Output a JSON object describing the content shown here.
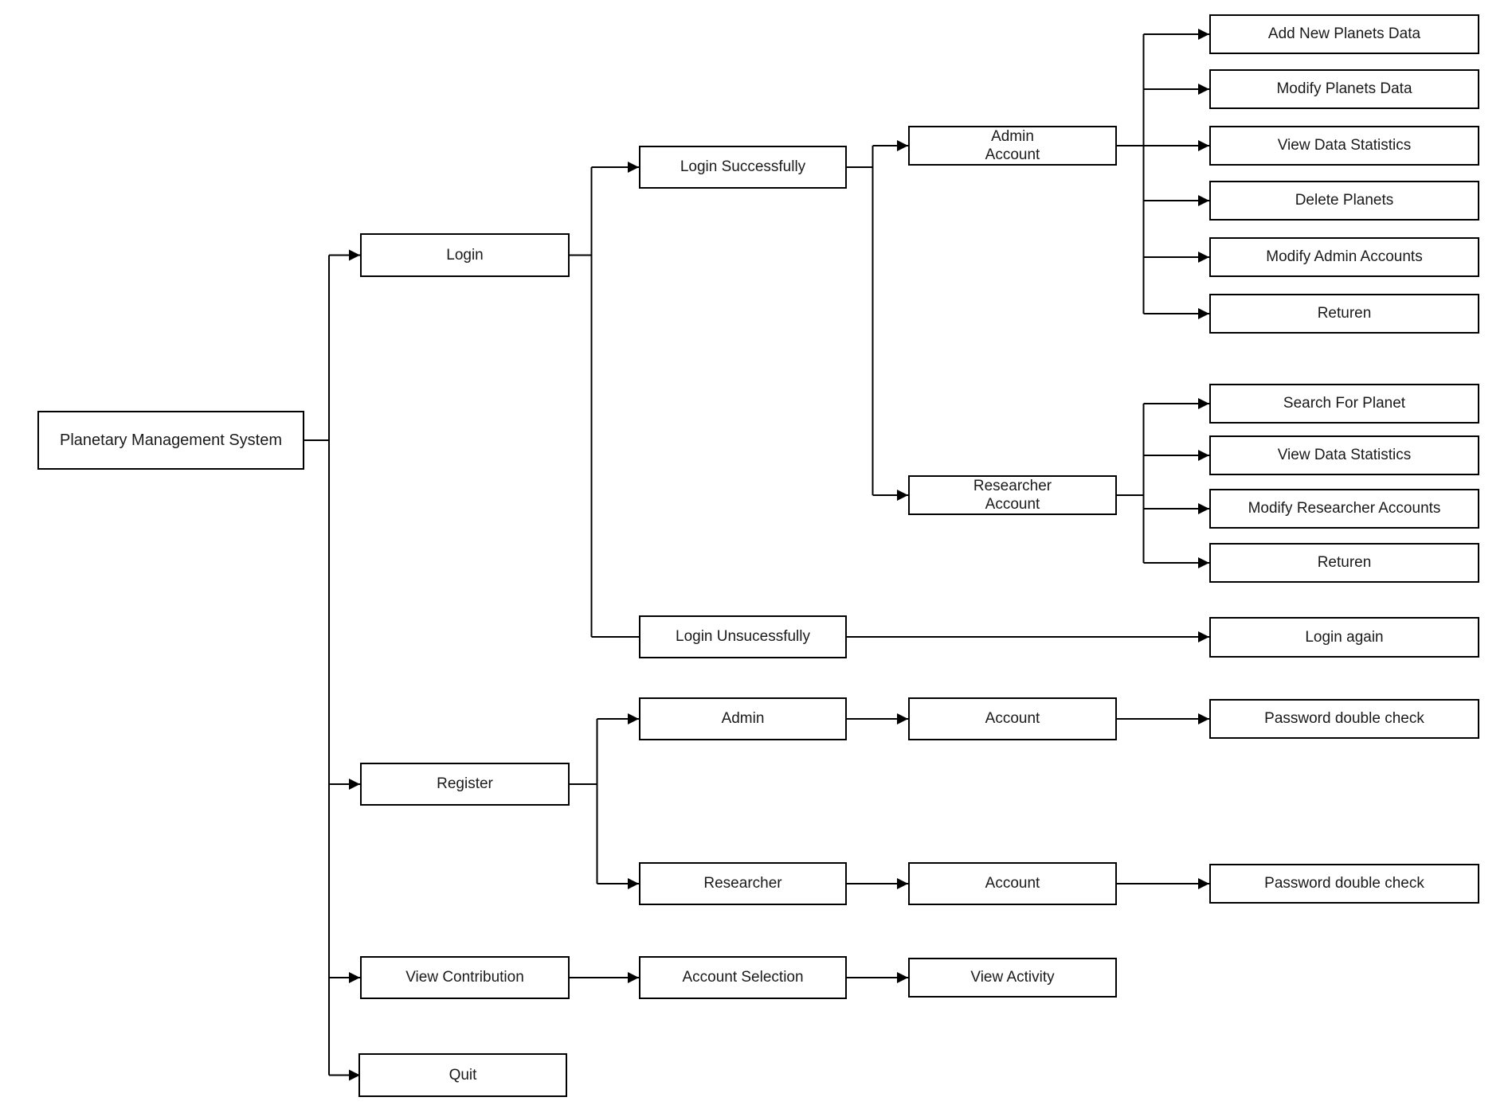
{
  "diagram": {
    "title": "Planetary Management System",
    "colors": {
      "background": "#ffffff",
      "box_fill": "#ffffff",
      "box_border": "#000000",
      "line": "#000000",
      "text": "#1a1a1a"
    },
    "nodes": [
      {
        "id": "root",
        "label": "Planetary Management System"
      },
      {
        "id": "login",
        "label": "Login"
      },
      {
        "id": "register",
        "label": "Register"
      },
      {
        "id": "view-contribution",
        "label": "View Contribution"
      },
      {
        "id": "quit",
        "label": "Quit"
      },
      {
        "id": "login-successfully",
        "label": "Login Successfully"
      },
      {
        "id": "login-unsuccessfully",
        "label": "Login Unsucessfully"
      },
      {
        "id": "admin",
        "label": "Admin"
      },
      {
        "id": "researcher",
        "label": "Researcher"
      },
      {
        "id": "account-selection",
        "label": "Account Selection"
      },
      {
        "id": "admin-account",
        "label": "Admin\nAccount"
      },
      {
        "id": "researcher-account",
        "label": "Researcher\nAccount"
      },
      {
        "id": "account-admin-row",
        "label": "Account"
      },
      {
        "id": "account-researcher-row",
        "label": "Account"
      },
      {
        "id": "view-activity",
        "label": "View Activity"
      },
      {
        "id": "add-new-planets-data",
        "label": "Add New Planets Data"
      },
      {
        "id": "modify-planets-data",
        "label": "Modify Planets Data"
      },
      {
        "id": "view-data-statistics-admin",
        "label": "View Data Statistics"
      },
      {
        "id": "delete-planets",
        "label": "Delete Planets"
      },
      {
        "id": "modify-admin-accounts",
        "label": "Modify Admin Accounts"
      },
      {
        "id": "returen-admin",
        "label": "Returen"
      },
      {
        "id": "search-for-planet",
        "label": "Search For Planet"
      },
      {
        "id": "view-data-statistics-researcher",
        "label": "View Data Statistics"
      },
      {
        "id": "modify-researcher-accounts",
        "label": "Modify Researcher Accounts"
      },
      {
        "id": "returen-researcher",
        "label": "Returen"
      },
      {
        "id": "login-again",
        "label": "Login again"
      },
      {
        "id": "password-double-check-admin",
        "label": "Password double check"
      },
      {
        "id": "password-double-check-researcher",
        "label": "Password double check"
      }
    ],
    "edges": [
      {
        "from": "root",
        "to": "login",
        "arrowhead": true
      },
      {
        "from": "root",
        "to": "register",
        "arrowhead": true
      },
      {
        "from": "root",
        "to": "view-contribution",
        "arrowhead": true
      },
      {
        "from": "root",
        "to": "quit",
        "arrowhead": true
      },
      {
        "from": "login",
        "to": "login-successfully",
        "arrowhead": true
      },
      {
        "from": "login",
        "to": "login-unsuccessfully",
        "arrowhead": false
      },
      {
        "from": "login-successfully",
        "to": "admin-account",
        "arrowhead": true
      },
      {
        "from": "login-successfully",
        "to": "researcher-account",
        "arrowhead": true
      },
      {
        "from": "admin-account",
        "to": "add-new-planets-data",
        "arrowhead": true
      },
      {
        "from": "admin-account",
        "to": "modify-planets-data",
        "arrowhead": true
      },
      {
        "from": "admin-account",
        "to": "view-data-statistics-admin",
        "arrowhead": true
      },
      {
        "from": "admin-account",
        "to": "delete-planets",
        "arrowhead": true
      },
      {
        "from": "admin-account",
        "to": "modify-admin-accounts",
        "arrowhead": true
      },
      {
        "from": "admin-account",
        "to": "returen-admin",
        "arrowhead": true
      },
      {
        "from": "researcher-account",
        "to": "search-for-planet",
        "arrowhead": true
      },
      {
        "from": "researcher-account",
        "to": "view-data-statistics-researcher",
        "arrowhead": true
      },
      {
        "from": "researcher-account",
        "to": "modify-researcher-accounts",
        "arrowhead": true
      },
      {
        "from": "researcher-account",
        "to": "returen-researcher",
        "arrowhead": true
      },
      {
        "from": "login-unsuccessfully",
        "to": "login-again",
        "arrowhead": true
      },
      {
        "from": "register",
        "to": "admin",
        "arrowhead": true
      },
      {
        "from": "register",
        "to": "researcher",
        "arrowhead": true
      },
      {
        "from": "admin",
        "to": "account-admin-row",
        "arrowhead": true
      },
      {
        "from": "account-admin-row",
        "to": "password-double-check-admin",
        "arrowhead": true
      },
      {
        "from": "researcher",
        "to": "account-researcher-row",
        "arrowhead": true
      },
      {
        "from": "account-researcher-row",
        "to": "password-double-check-researcher",
        "arrowhead": true
      },
      {
        "from": "view-contribution",
        "to": "account-selection",
        "arrowhead": true
      },
      {
        "from": "account-selection",
        "to": "view-activity",
        "arrowhead": true
      }
    ]
  }
}
